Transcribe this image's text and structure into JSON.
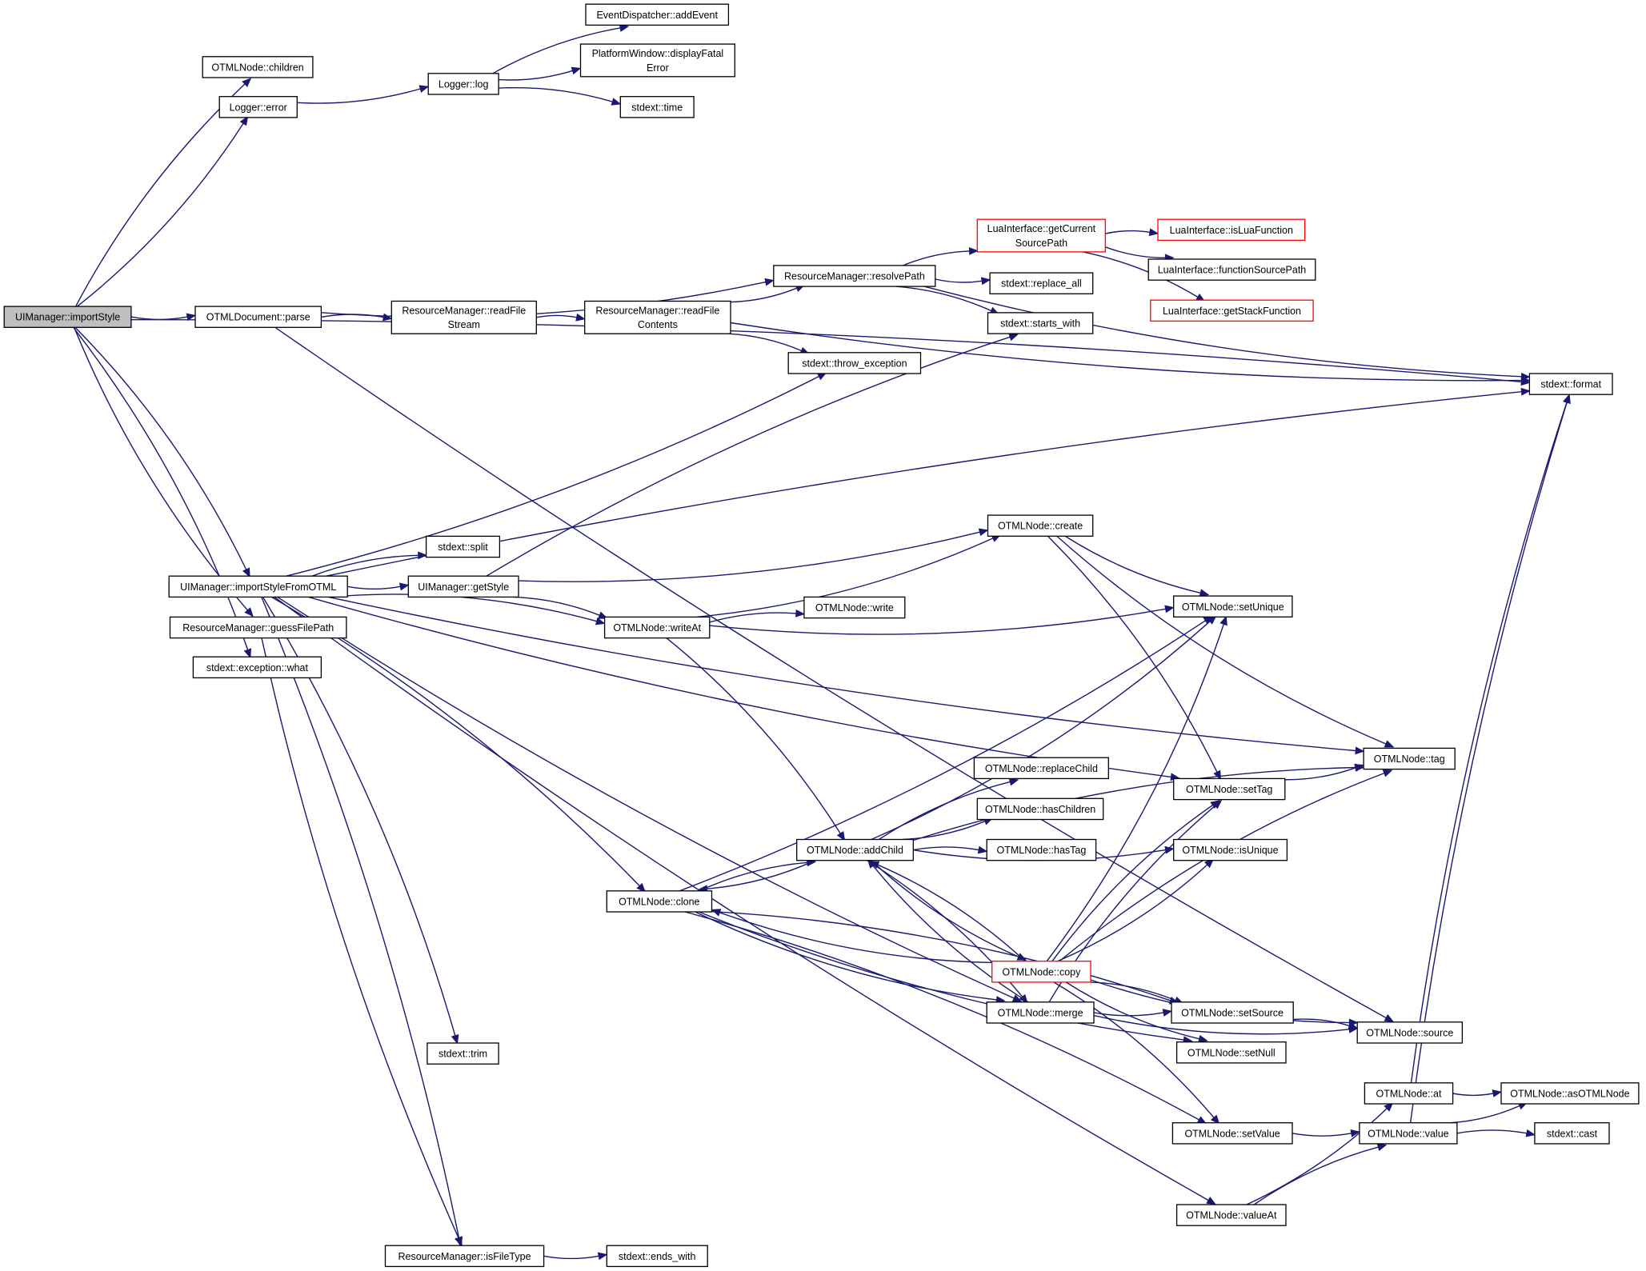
{
  "diagram": {
    "type": "call-graph",
    "colors": {
      "edge": "#191970",
      "node_border": "#000000",
      "root_fill": "#bfbfbf",
      "highlight_border": "#ff0000"
    },
    "nodes": [
      {
        "id": "n_importStyle",
        "label": [
          "UIManager::importStyle"
        ],
        "root": true
      },
      {
        "id": "n_children",
        "label": [
          "OTMLNode::children"
        ]
      },
      {
        "id": "n_error",
        "label": [
          "Logger::error"
        ]
      },
      {
        "id": "n_log",
        "label": [
          "Logger::log"
        ]
      },
      {
        "id": "n_addEvent",
        "label": [
          "EventDispatcher::addEvent"
        ]
      },
      {
        "id": "n_displayFatal",
        "label": [
          "PlatformWindow::displayFatal",
          "Error"
        ]
      },
      {
        "id": "n_time",
        "label": [
          "stdext::time"
        ]
      },
      {
        "id": "n_parse",
        "label": [
          "OTMLDocument::parse"
        ]
      },
      {
        "id": "n_readFileStream",
        "label": [
          "ResourceManager::readFile",
          "Stream"
        ]
      },
      {
        "id": "n_readFileContents",
        "label": [
          "ResourceManager::readFile",
          "Contents"
        ]
      },
      {
        "id": "n_resolvePath",
        "label": [
          "ResourceManager::resolvePath"
        ]
      },
      {
        "id": "n_getCurrentSourcePath",
        "label": [
          "LuaInterface::getCurrent",
          "SourcePath"
        ],
        "highlight": true
      },
      {
        "id": "n_isLuaFunction",
        "label": [
          "LuaInterface::isLuaFunction"
        ],
        "highlight": true
      },
      {
        "id": "n_functionSourcePath",
        "label": [
          "LuaInterface::functionSourcePath"
        ]
      },
      {
        "id": "n_getStackFunction",
        "label": [
          "LuaInterface::getStackFunction"
        ],
        "highlight": true
      },
      {
        "id": "n_replace_all",
        "label": [
          "stdext::replace_all"
        ]
      },
      {
        "id": "n_starts_with",
        "label": [
          "stdext::starts_with"
        ]
      },
      {
        "id": "n_throw_exception",
        "label": [
          "stdext::throw_exception"
        ]
      },
      {
        "id": "n_format",
        "label": [
          "stdext::format"
        ]
      },
      {
        "id": "n_importStyleFromOTML",
        "label": [
          "UIManager::importStyleFromOTML"
        ]
      },
      {
        "id": "n_split",
        "label": [
          "stdext::split"
        ]
      },
      {
        "id": "n_getStyle",
        "label": [
          "UIManager::getStyle"
        ]
      },
      {
        "id": "n_guessFilePath",
        "label": [
          "ResourceManager::guessFilePath"
        ]
      },
      {
        "id": "n_what",
        "label": [
          "stdext::exception::what"
        ]
      },
      {
        "id": "n_writeAt",
        "label": [
          "OTMLNode::writeAt"
        ]
      },
      {
        "id": "n_write",
        "label": [
          "OTMLNode::write"
        ]
      },
      {
        "id": "n_create",
        "label": [
          "OTMLNode::create"
        ]
      },
      {
        "id": "n_setUnique",
        "label": [
          "OTMLNode::setUnique"
        ]
      },
      {
        "id": "n_tag",
        "label": [
          "OTMLNode::tag"
        ]
      },
      {
        "id": "n_replaceChild",
        "label": [
          "OTMLNode::replaceChild"
        ]
      },
      {
        "id": "n_hasChildren",
        "label": [
          "OTMLNode::hasChildren"
        ]
      },
      {
        "id": "n_setTag",
        "label": [
          "OTMLNode::setTag"
        ]
      },
      {
        "id": "n_addChild",
        "label": [
          "OTMLNode::addChild"
        ]
      },
      {
        "id": "n_hasTag",
        "label": [
          "OTMLNode::hasTag"
        ]
      },
      {
        "id": "n_isUnique",
        "label": [
          "OTMLNode::isUnique"
        ]
      },
      {
        "id": "n_clone",
        "label": [
          "OTMLNode::clone"
        ]
      },
      {
        "id": "n_copy",
        "label": [
          "OTMLNode::copy"
        ],
        "highlight": true
      },
      {
        "id": "n_merge",
        "label": [
          "OTMLNode::merge"
        ]
      },
      {
        "id": "n_setSource",
        "label": [
          "OTMLNode::setSource"
        ]
      },
      {
        "id": "n_source",
        "label": [
          "OTMLNode::source"
        ]
      },
      {
        "id": "n_trim",
        "label": [
          "stdext::trim"
        ]
      },
      {
        "id": "n_setNull",
        "label": [
          "OTMLNode::setNull"
        ]
      },
      {
        "id": "n_at",
        "label": [
          "OTMLNode::at"
        ]
      },
      {
        "id": "n_asOTMLNode",
        "label": [
          "OTMLNode::asOTMLNode"
        ]
      },
      {
        "id": "n_setValue",
        "label": [
          "OTMLNode::setValue"
        ]
      },
      {
        "id": "n_value",
        "label": [
          "OTMLNode::value"
        ]
      },
      {
        "id": "n_cast",
        "label": [
          "stdext::cast"
        ]
      },
      {
        "id": "n_valueAt",
        "label": [
          "OTMLNode::valueAt"
        ]
      },
      {
        "id": "n_isFileType",
        "label": [
          "ResourceManager::isFileType"
        ]
      },
      {
        "id": "n_ends_with",
        "label": [
          "stdext::ends_with"
        ]
      }
    ],
    "edges": [
      [
        "n_importStyle",
        "n_children"
      ],
      [
        "n_importStyle",
        "n_error"
      ],
      [
        "n_importStyle",
        "n_format"
      ],
      [
        "n_importStyle",
        "n_parse"
      ],
      [
        "n_importStyle",
        "n_importStyleFromOTML"
      ],
      [
        "n_importStyle",
        "n_guessFilePath"
      ],
      [
        "n_importStyle",
        "n_what"
      ],
      [
        "n_error",
        "n_log"
      ],
      [
        "n_log",
        "n_addEvent"
      ],
      [
        "n_log",
        "n_displayFatal"
      ],
      [
        "n_log",
        "n_time"
      ],
      [
        "n_parse",
        "n_resolvePath"
      ],
      [
        "n_parse",
        "n_readFileStream"
      ],
      [
        "n_parse",
        "n_source"
      ],
      [
        "n_readFileStream",
        "n_readFileContents"
      ],
      [
        "n_readFileContents",
        "n_resolvePath"
      ],
      [
        "n_readFileContents",
        "n_throw_exception"
      ],
      [
        "n_readFileContents",
        "n_format"
      ],
      [
        "n_resolvePath",
        "n_getCurrentSourcePath"
      ],
      [
        "n_resolvePath",
        "n_replace_all"
      ],
      [
        "n_resolvePath",
        "n_starts_with"
      ],
      [
        "n_resolvePath",
        "n_format"
      ],
      [
        "n_getCurrentSourcePath",
        "n_isLuaFunction"
      ],
      [
        "n_getCurrentSourcePath",
        "n_functionSourcePath"
      ],
      [
        "n_getCurrentSourcePath",
        "n_getStackFunction"
      ],
      [
        "n_importStyleFromOTML",
        "n_throw_exception"
      ],
      [
        "n_importStyleFromOTML",
        "n_format"
      ],
      [
        "n_importStyleFromOTML",
        "n_tag"
      ],
      [
        "n_importStyleFromOTML",
        "n_split"
      ],
      [
        "n_importStyleFromOTML",
        "n_getStyle"
      ],
      [
        "n_importStyleFromOTML",
        "n_writeAt"
      ],
      [
        "n_importStyleFromOTML",
        "n_setTag"
      ],
      [
        "n_importStyleFromOTML",
        "n_clone"
      ],
      [
        "n_importStyleFromOTML",
        "n_merge"
      ],
      [
        "n_importStyleFromOTML",
        "n_trim"
      ],
      [
        "n_importStyleFromOTML",
        "n_valueAt"
      ],
      [
        "n_importStyleFromOTML",
        "n_isFileType"
      ],
      [
        "n_guessFilePath",
        "n_isFileType"
      ],
      [
        "n_getStyle",
        "n_starts_with"
      ],
      [
        "n_getStyle",
        "n_create"
      ],
      [
        "n_getStyle",
        "n_writeAt"
      ],
      [
        "n_writeAt",
        "n_create"
      ],
      [
        "n_writeAt",
        "n_write"
      ],
      [
        "n_writeAt",
        "n_setUnique"
      ],
      [
        "n_writeAt",
        "n_addChild"
      ],
      [
        "n_create",
        "n_setUnique"
      ],
      [
        "n_create",
        "n_setTag"
      ],
      [
        "n_create",
        "n_tag"
      ],
      [
        "n_addChild",
        "n_tag"
      ],
      [
        "n_addChild",
        "n_setUnique"
      ],
      [
        "n_addChild",
        "n_replaceChild"
      ],
      [
        "n_addChild",
        "n_hasChildren"
      ],
      [
        "n_addChild",
        "n_hasTag"
      ],
      [
        "n_addChild",
        "n_isUnique"
      ],
      [
        "n_addChild",
        "n_clone"
      ],
      [
        "n_addChild",
        "n_copy"
      ],
      [
        "n_addChild",
        "n_merge"
      ],
      [
        "n_clone",
        "n_setUnique"
      ],
      [
        "n_clone",
        "n_addChild"
      ],
      [
        "n_clone",
        "n_merge"
      ],
      [
        "n_clone",
        "n_setSource"
      ],
      [
        "n_clone",
        "n_setNull"
      ],
      [
        "n_clone",
        "n_setValue"
      ],
      [
        "n_copy",
        "n_addChild"
      ],
      [
        "n_copy",
        "n_clone"
      ],
      [
        "n_copy",
        "n_setUnique"
      ],
      [
        "n_copy",
        "n_setTag"
      ],
      [
        "n_copy",
        "n_isUnique"
      ],
      [
        "n_copy",
        "n_tag"
      ],
      [
        "n_copy",
        "n_source"
      ],
      [
        "n_copy",
        "n_setSource"
      ],
      [
        "n_copy",
        "n_setNull"
      ],
      [
        "n_copy",
        "n_setValue"
      ],
      [
        "n_merge",
        "n_setSource"
      ],
      [
        "n_merge",
        "n_setTag"
      ],
      [
        "n_merge",
        "n_source"
      ],
      [
        "n_merge",
        "n_addChild"
      ],
      [
        "n_setTag",
        "n_tag"
      ],
      [
        "n_setSource",
        "n_source"
      ],
      [
        "n_setValue",
        "n_value"
      ],
      [
        "n_at",
        "n_format"
      ],
      [
        "n_at",
        "n_asOTMLNode"
      ],
      [
        "n_value",
        "n_format"
      ],
      [
        "n_value",
        "n_asOTMLNode"
      ],
      [
        "n_value",
        "n_cast"
      ],
      [
        "n_valueAt",
        "n_at"
      ],
      [
        "n_valueAt",
        "n_value"
      ],
      [
        "n_isFileType",
        "n_ends_with"
      ]
    ]
  }
}
